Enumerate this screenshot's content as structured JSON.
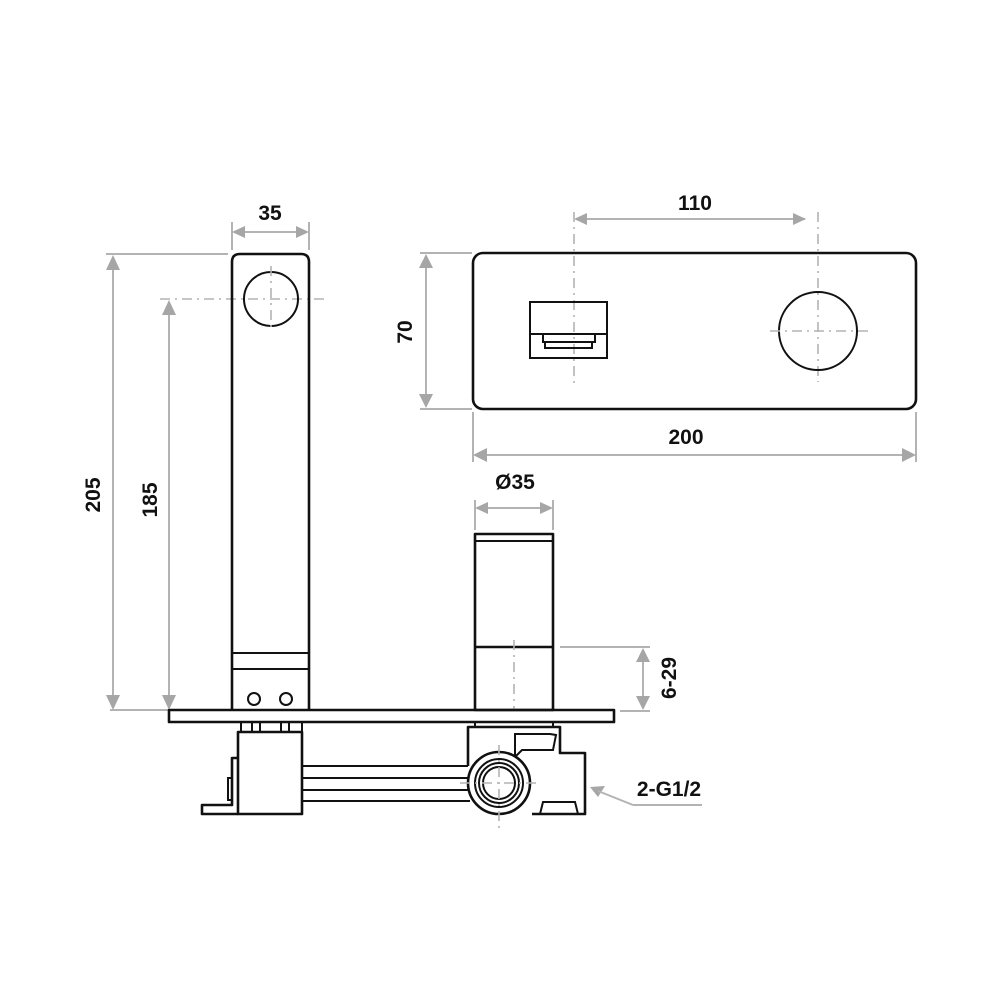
{
  "drawing": {
    "type": "technical-dimension-drawing",
    "subject": "wall-mounted mixer with spout and backplate",
    "units": "mm",
    "colors": {
      "object_lines": "#111111",
      "dimension_lines": "#b3b3b3",
      "arrowheads": "#a6a6a6",
      "background": "#ffffff"
    }
  },
  "dimensions": {
    "spout_width": "35",
    "spout_total_height": "205",
    "spout_outlet_height": "185",
    "plate_hole_spacing": "110",
    "plate_height": "70",
    "plate_width": "200",
    "handle_diameter": "Ø35",
    "wall_adjustment_range": "6-29",
    "connections": "2-G1/2"
  },
  "views": [
    {
      "name": "side-view-spout",
      "label_keys": [
        "spout_width",
        "spout_total_height",
        "spout_outlet_height"
      ]
    },
    {
      "name": "front-view-backplate",
      "label_keys": [
        "plate_hole_spacing",
        "plate_height",
        "plate_width"
      ]
    },
    {
      "name": "side-view-handle",
      "label_keys": [
        "handle_diameter",
        "wall_adjustment_range",
        "connections"
      ]
    }
  ]
}
